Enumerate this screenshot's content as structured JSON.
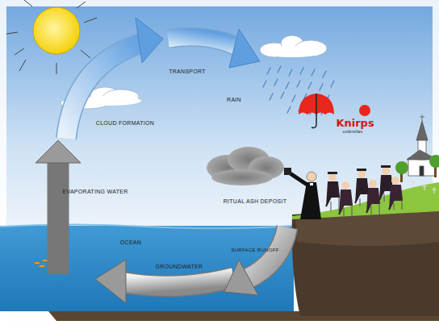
{
  "diagram": {
    "labels": [
      "TRANSPORT",
      "RAIN",
      "CLOUD FORMATION",
      "EVAPORATING WATER",
      "RITUAL ASH DEPOSIT",
      "OCEAN",
      "SURFACE RUNOFF",
      "GROUNDWATER",
      "Knirps",
      "umbrellas"
    ]
  }
}
